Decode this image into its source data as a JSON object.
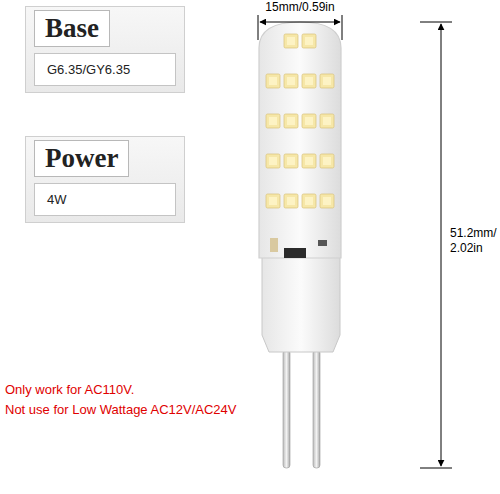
{
  "diagram": {
    "nodes": [
      {
        "text": [
          "Base",
          "G6.35/GY6.35"
        ]
      },
      {
        "text": [
          "Power",
          "4W"
        ]
      }
    ],
    "labels": [
      "15mm/0.59in",
      "51.2mm/ 2.02in",
      "Only work for AC110V.",
      "Not use for Low Wattage AC12V/AC24V"
    ]
  }
}
